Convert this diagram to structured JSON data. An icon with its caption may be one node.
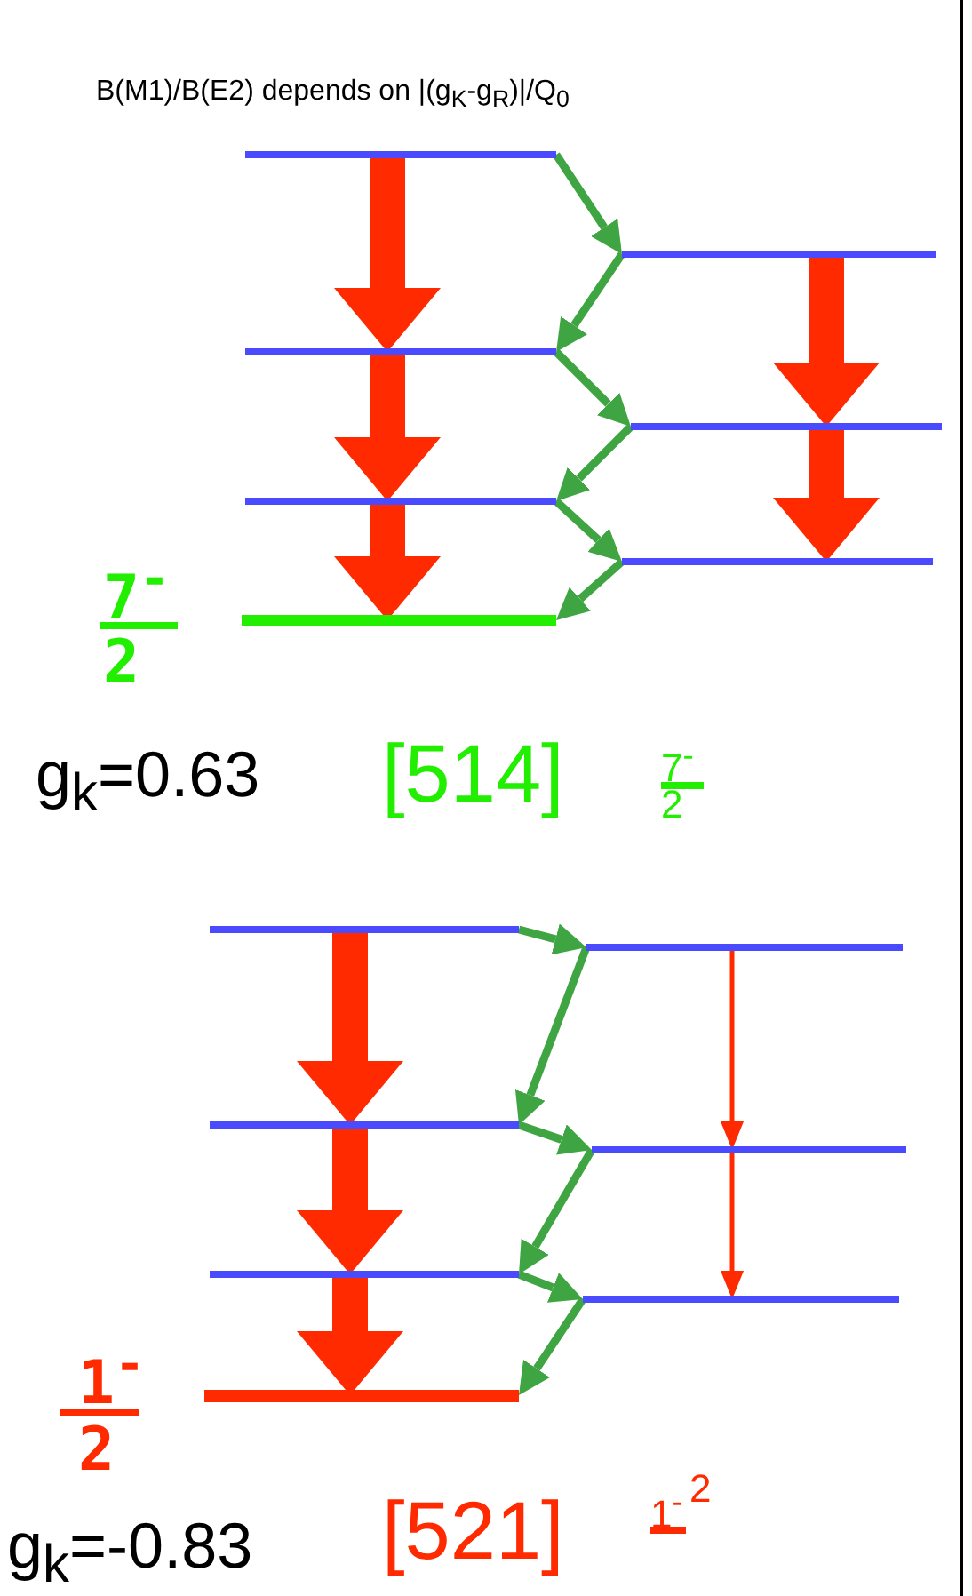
{
  "diagram": {
    "nodes": [
      {
        "text": [],
        "shape": "bar"
      },
      {
        "text": [],
        "shape": "bar"
      },
      {
        "text": [],
        "shape": "bar"
      },
      {
        "text": [],
        "shape": "bar"
      },
      {
        "text": [],
        "shape": "bar"
      },
      {
        "text": [],
        "shape": "bar"
      },
      {
        "text": [],
        "shape": "bar"
      },
      {
        "text": [],
        "shape": "bar"
      },
      {
        "text": [],
        "shape": "bar"
      },
      {
        "text": [],
        "shape": "bar"
      },
      {
        "text": [],
        "shape": "bar"
      },
      {
        "text": [],
        "shape": "bar"
      },
      {
        "text": [],
        "shape": "bar"
      },
      {
        "text": [],
        "shape": "bar"
      }
    ],
    "edges": [
      {
        "from": 0,
        "to": 1,
        "arrow": "to",
        "style": "thick",
        "color": "#ff2a00"
      },
      {
        "from": 1,
        "to": 2,
        "arrow": "to",
        "style": "thick",
        "color": "#ff2a00"
      },
      {
        "from": 2,
        "to": 3,
        "arrow": "to",
        "style": "thick",
        "color": "#ff2a00"
      },
      {
        "from": 4,
        "to": 5,
        "arrow": "to",
        "style": "thick",
        "color": "#ff2a00"
      },
      {
        "from": 5,
        "to": 6,
        "arrow": "to",
        "style": "thick",
        "color": "#ff2a00"
      },
      {
        "from": 0,
        "to": 4,
        "arrow": "to"
      },
      {
        "from": 4,
        "to": 1,
        "arrow": "to"
      },
      {
        "from": 1,
        "to": 5,
        "arrow": "to"
      },
      {
        "from": 5,
        "to": 2,
        "arrow": "to"
      },
      {
        "from": 2,
        "to": 6,
        "arrow": "to"
      },
      {
        "from": 6,
        "to": 3,
        "arrow": "to"
      },
      {
        "from": 7,
        "to": 8,
        "arrow": "to",
        "style": "thick",
        "color": "#ff2a00"
      },
      {
        "from": 8,
        "to": 9,
        "arrow": "to",
        "style": "thick",
        "color": "#ff2a00"
      },
      {
        "from": 9,
        "to": 10,
        "arrow": "to",
        "style": "thick",
        "color": "#ff2a00"
      },
      {
        "from": 11,
        "to": 12,
        "arrow": "to",
        "color": "#ff2a00"
      },
      {
        "from": 12,
        "to": 13,
        "arrow": "to",
        "color": "#ff2a00"
      },
      {
        "from": 7,
        "to": 11,
        "arrow": "to"
      },
      {
        "from": 11,
        "to": 8,
        "arrow": "to"
      },
      {
        "from": 8,
        "to": 12,
        "arrow": "to"
      },
      {
        "from": 12,
        "to": 9,
        "arrow": "to"
      },
      {
        "from": 9,
        "to": 13,
        "arrow": "to"
      },
      {
        "from": 13,
        "to": 10,
        "arrow": "to"
      }
    ],
    "labels": [
      "B(M1)/B(E2) depends on |(g$_{K}$-g$_{R}$)|/Q$_{0}$",
      "7$^{-}$",
      "2",
      "g$_{k}$=0.63",
      "[514]",
      "7$^{-}$",
      "2",
      "1$^{-}$",
      "2",
      "g$_{k}$=-0.83",
      "[521]",
      "1$^{-}$",
      "2"
    ]
  }
}
